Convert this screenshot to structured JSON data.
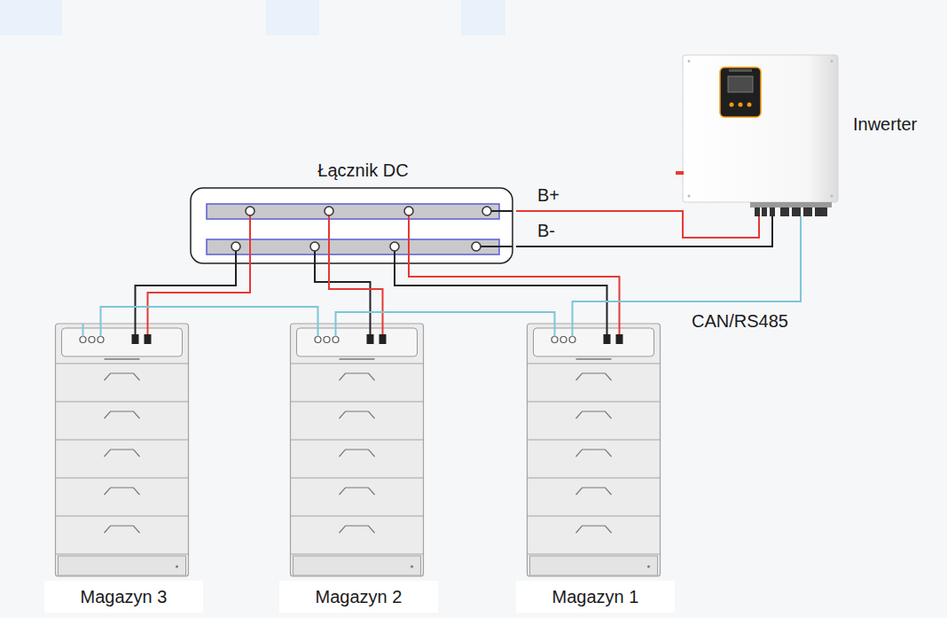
{
  "diagram": {
    "nodes": [
      {
        "text": [
          "Inwerter"
        ]
      },
      {
        "text": [
          "Łącznik DC"
        ]
      },
      {
        "text": [
          "Magazyn 3"
        ]
      },
      {
        "text": [
          "Magazyn 2"
        ]
      },
      {
        "text": [
          "Magazyn 1"
        ]
      }
    ],
    "edges": [
      {
        "from": 1,
        "to": 0,
        "arrow": "none",
        "label": "B+"
      },
      {
        "from": 1,
        "to": 0,
        "arrow": "none",
        "label": "B-"
      },
      {
        "from": 2,
        "to": 1,
        "arrow": "none"
      },
      {
        "from": 2,
        "to": 1,
        "arrow": "none"
      },
      {
        "from": 3,
        "to": 1,
        "arrow": "none"
      },
      {
        "from": 3,
        "to": 1,
        "arrow": "none"
      },
      {
        "from": 4,
        "to": 1,
        "arrow": "none"
      },
      {
        "from": 4,
        "to": 1,
        "arrow": "none"
      },
      {
        "from": 2,
        "to": 3,
        "arrow": "none"
      },
      {
        "from": 3,
        "to": 4,
        "arrow": "none"
      },
      {
        "from": 4,
        "to": 0,
        "arrow": "none",
        "label": "CAN/RS485"
      }
    ]
  }
}
